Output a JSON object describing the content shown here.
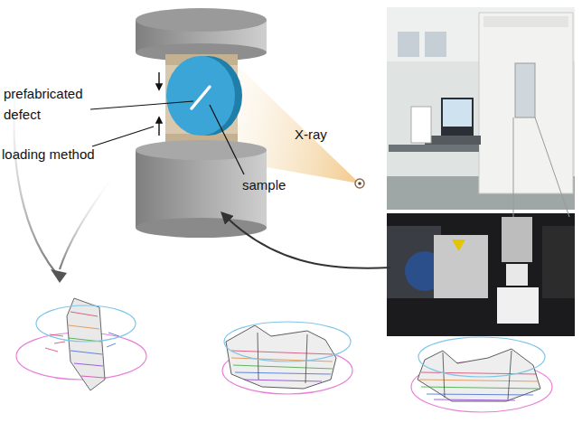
{
  "diagram": {
    "labels": [
      "prefabricated defect",
      "loading method",
      "sample",
      "X-ray"
    ]
  }
}
